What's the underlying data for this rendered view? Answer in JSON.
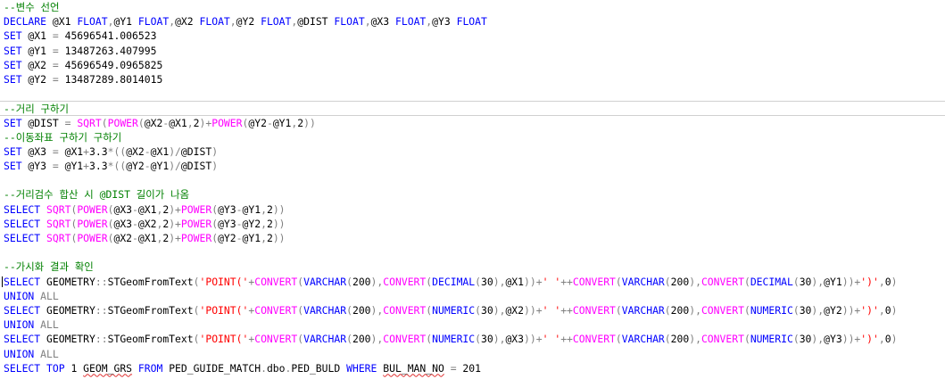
{
  "editor": {
    "colors": {
      "keyword": "#0000ff",
      "function": "#ff00ff",
      "operator": "#808080",
      "string": "#ff0000",
      "comment": "#008000",
      "text": "#000000",
      "squiggle": "#e03030",
      "current_line_border": "#d0d0d0"
    },
    "lines": [
      {
        "tokens": [
          [
            "cm",
            "--변수 선언"
          ]
        ]
      },
      {
        "tokens": [
          [
            "kw",
            "DECLARE"
          ],
          [
            "id",
            " @X1 "
          ],
          [
            "kw",
            "FLOAT"
          ],
          [
            "op",
            ","
          ],
          [
            "id",
            "@Y1 "
          ],
          [
            "kw",
            "FLOAT"
          ],
          [
            "op",
            ","
          ],
          [
            "id",
            "@X2 "
          ],
          [
            "kw",
            "FLOAT"
          ],
          [
            "op",
            ","
          ],
          [
            "id",
            "@Y2 "
          ],
          [
            "kw",
            "FLOAT"
          ],
          [
            "op",
            ","
          ],
          [
            "id",
            "@DIST "
          ],
          [
            "kw",
            "FLOAT"
          ],
          [
            "op",
            ","
          ],
          [
            "id",
            "@X3 "
          ],
          [
            "kw",
            "FLOAT"
          ],
          [
            "op",
            ","
          ],
          [
            "id",
            "@Y3 "
          ],
          [
            "kw",
            "FLOAT"
          ]
        ]
      },
      {
        "tokens": [
          [
            "kw",
            "SET"
          ],
          [
            "id",
            " @X1 "
          ],
          [
            "op",
            "="
          ],
          [
            "id",
            " 45696541.006523"
          ]
        ]
      },
      {
        "tokens": [
          [
            "kw",
            "SET"
          ],
          [
            "id",
            " @Y1 "
          ],
          [
            "op",
            "="
          ],
          [
            "id",
            " 13487263.407995"
          ]
        ]
      },
      {
        "tokens": [
          [
            "kw",
            "SET"
          ],
          [
            "id",
            " @X2 "
          ],
          [
            "op",
            "="
          ],
          [
            "id",
            " 45696549.0965825"
          ]
        ]
      },
      {
        "tokens": [
          [
            "kw",
            "SET"
          ],
          [
            "id",
            " @Y2 "
          ],
          [
            "op",
            "="
          ],
          [
            "id",
            " 13487289.8014015"
          ]
        ]
      },
      {
        "tokens": []
      },
      {
        "current": true,
        "tokens": [
          [
            "cm",
            "--거리 구하기"
          ]
        ]
      },
      {
        "tokens": [
          [
            "kw",
            "SET"
          ],
          [
            "id",
            " @DIST "
          ],
          [
            "op",
            "="
          ],
          [
            "id",
            " "
          ],
          [
            "fn",
            "SQRT"
          ],
          [
            "op",
            "("
          ],
          [
            "fn",
            "POWER"
          ],
          [
            "op",
            "("
          ],
          [
            "id",
            "@X2"
          ],
          [
            "op",
            "-"
          ],
          [
            "id",
            "@X1"
          ],
          [
            "op",
            ","
          ],
          [
            "id",
            "2"
          ],
          [
            "op",
            ")+"
          ],
          [
            "fn",
            "POWER"
          ],
          [
            "op",
            "("
          ],
          [
            "id",
            "@Y2"
          ],
          [
            "op",
            "-"
          ],
          [
            "id",
            "@Y1"
          ],
          [
            "op",
            ","
          ],
          [
            "id",
            "2"
          ],
          [
            "op",
            "))"
          ]
        ]
      },
      {
        "tokens": [
          [
            "cm",
            "--이동좌표 구하기 구하기"
          ]
        ]
      },
      {
        "tokens": [
          [
            "kw",
            "SET"
          ],
          [
            "id",
            " @X3 "
          ],
          [
            "op",
            "="
          ],
          [
            "id",
            " @X1"
          ],
          [
            "op",
            "+"
          ],
          [
            "id",
            "3.3"
          ],
          [
            "op",
            "*(("
          ],
          [
            "id",
            "@X2"
          ],
          [
            "op",
            "-"
          ],
          [
            "id",
            "@X1"
          ],
          [
            "op",
            ")/"
          ],
          [
            "id",
            "@DIST"
          ],
          [
            "op",
            ")"
          ]
        ]
      },
      {
        "tokens": [
          [
            "kw",
            "SET"
          ],
          [
            "id",
            " @Y3 "
          ],
          [
            "op",
            "="
          ],
          [
            "id",
            " @Y1"
          ],
          [
            "op",
            "+"
          ],
          [
            "id",
            "3.3"
          ],
          [
            "op",
            "*(("
          ],
          [
            "id",
            "@Y2"
          ],
          [
            "op",
            "-"
          ],
          [
            "id",
            "@Y1"
          ],
          [
            "op",
            ")/"
          ],
          [
            "id",
            "@DIST"
          ],
          [
            "op",
            ")"
          ]
        ]
      },
      {
        "tokens": []
      },
      {
        "tokens": [
          [
            "cm",
            "--거리검수 합산 시 @DIST 길이가 나옴"
          ]
        ]
      },
      {
        "tokens": [
          [
            "kw",
            "SELECT"
          ],
          [
            "id",
            " "
          ],
          [
            "fn",
            "SQRT"
          ],
          [
            "op",
            "("
          ],
          [
            "fn",
            "POWER"
          ],
          [
            "op",
            "("
          ],
          [
            "id",
            "@X3"
          ],
          [
            "op",
            "-"
          ],
          [
            "id",
            "@X1"
          ],
          [
            "op",
            ","
          ],
          [
            "id",
            "2"
          ],
          [
            "op",
            ")+"
          ],
          [
            "fn",
            "POWER"
          ],
          [
            "op",
            "("
          ],
          [
            "id",
            "@Y3"
          ],
          [
            "op",
            "-"
          ],
          [
            "id",
            "@Y1"
          ],
          [
            "op",
            ","
          ],
          [
            "id",
            "2"
          ],
          [
            "op",
            "))"
          ]
        ]
      },
      {
        "tokens": [
          [
            "kw",
            "SELECT"
          ],
          [
            "id",
            " "
          ],
          [
            "fn",
            "SQRT"
          ],
          [
            "op",
            "("
          ],
          [
            "fn",
            "POWER"
          ],
          [
            "op",
            "("
          ],
          [
            "id",
            "@X3"
          ],
          [
            "op",
            "-"
          ],
          [
            "id",
            "@X2"
          ],
          [
            "op",
            ","
          ],
          [
            "id",
            "2"
          ],
          [
            "op",
            ")+"
          ],
          [
            "fn",
            "POWER"
          ],
          [
            "op",
            "("
          ],
          [
            "id",
            "@Y3"
          ],
          [
            "op",
            "-"
          ],
          [
            "id",
            "@Y2"
          ],
          [
            "op",
            ","
          ],
          [
            "id",
            "2"
          ],
          [
            "op",
            "))"
          ]
        ]
      },
      {
        "tokens": [
          [
            "kw",
            "SELECT"
          ],
          [
            "id",
            " "
          ],
          [
            "fn",
            "SQRT"
          ],
          [
            "op",
            "("
          ],
          [
            "fn",
            "POWER"
          ],
          [
            "op",
            "("
          ],
          [
            "id",
            "@X2"
          ],
          [
            "op",
            "-"
          ],
          [
            "id",
            "@X1"
          ],
          [
            "op",
            ","
          ],
          [
            "id",
            "2"
          ],
          [
            "op",
            ")+"
          ],
          [
            "fn",
            "POWER"
          ],
          [
            "op",
            "("
          ],
          [
            "id",
            "@Y2"
          ],
          [
            "op",
            "-"
          ],
          [
            "id",
            "@Y1"
          ],
          [
            "op",
            ","
          ],
          [
            "id",
            "2"
          ],
          [
            "op",
            "))"
          ]
        ]
      },
      {
        "tokens": []
      },
      {
        "tokens": [
          [
            "cm",
            "--가시화 결과 확인"
          ]
        ]
      },
      {
        "caret": true,
        "tokens": [
          [
            "kw",
            "SELECT"
          ],
          [
            "id",
            " GEOMETRY"
          ],
          [
            "op",
            "::"
          ],
          [
            "id",
            "STGeomFromText"
          ],
          [
            "op",
            "("
          ],
          [
            "str",
            "'POINT('"
          ],
          [
            "op",
            "+"
          ],
          [
            "fn",
            "CONVERT"
          ],
          [
            "op",
            "("
          ],
          [
            "kw",
            "VARCHAR"
          ],
          [
            "op",
            "("
          ],
          [
            "id",
            "200"
          ],
          [
            "op",
            "),"
          ],
          [
            "fn",
            "CONVERT"
          ],
          [
            "op",
            "("
          ],
          [
            "kw",
            "DECIMAL"
          ],
          [
            "op",
            "("
          ],
          [
            "id",
            "30"
          ],
          [
            "op",
            "),"
          ],
          [
            "id",
            "@X1"
          ],
          [
            "op",
            "))+"
          ],
          [
            "str",
            "' '"
          ],
          [
            "op",
            "++"
          ],
          [
            "fn",
            "CONVERT"
          ],
          [
            "op",
            "("
          ],
          [
            "kw",
            "VARCHAR"
          ],
          [
            "op",
            "("
          ],
          [
            "id",
            "200"
          ],
          [
            "op",
            "),"
          ],
          [
            "fn",
            "CONVERT"
          ],
          [
            "op",
            "("
          ],
          [
            "kw",
            "DECIMAL"
          ],
          [
            "op",
            "("
          ],
          [
            "id",
            "30"
          ],
          [
            "op",
            "),"
          ],
          [
            "id",
            "@Y1"
          ],
          [
            "op",
            "))+"
          ],
          [
            "str",
            "')'"
          ],
          [
            "op",
            ","
          ],
          [
            "id",
            "0"
          ],
          [
            "op",
            ")"
          ]
        ]
      },
      {
        "tokens": [
          [
            "kw",
            "UNION"
          ],
          [
            "id",
            " "
          ],
          [
            "op",
            "ALL"
          ]
        ]
      },
      {
        "tokens": [
          [
            "kw",
            "SELECT"
          ],
          [
            "id",
            " GEOMETRY"
          ],
          [
            "op",
            "::"
          ],
          [
            "id",
            "STGeomFromText"
          ],
          [
            "op",
            "("
          ],
          [
            "str",
            "'POINT('"
          ],
          [
            "op",
            "+"
          ],
          [
            "fn",
            "CONVERT"
          ],
          [
            "op",
            "("
          ],
          [
            "kw",
            "VARCHAR"
          ],
          [
            "op",
            "("
          ],
          [
            "id",
            "200"
          ],
          [
            "op",
            "),"
          ],
          [
            "fn",
            "CONVERT"
          ],
          [
            "op",
            "("
          ],
          [
            "kw",
            "NUMERIC"
          ],
          [
            "op",
            "("
          ],
          [
            "id",
            "30"
          ],
          [
            "op",
            "),"
          ],
          [
            "id",
            "@X2"
          ],
          [
            "op",
            "))+"
          ],
          [
            "str",
            "' '"
          ],
          [
            "op",
            "++"
          ],
          [
            "fn",
            "CONVERT"
          ],
          [
            "op",
            "("
          ],
          [
            "kw",
            "VARCHAR"
          ],
          [
            "op",
            "("
          ],
          [
            "id",
            "200"
          ],
          [
            "op",
            "),"
          ],
          [
            "fn",
            "CONVERT"
          ],
          [
            "op",
            "("
          ],
          [
            "kw",
            "NUMERIC"
          ],
          [
            "op",
            "("
          ],
          [
            "id",
            "30"
          ],
          [
            "op",
            "),"
          ],
          [
            "id",
            "@Y2"
          ],
          [
            "op",
            "))+"
          ],
          [
            "str",
            "')'"
          ],
          [
            "op",
            ","
          ],
          [
            "id",
            "0"
          ],
          [
            "op",
            ")"
          ]
        ]
      },
      {
        "tokens": [
          [
            "kw",
            "UNION"
          ],
          [
            "id",
            " "
          ],
          [
            "op",
            "ALL"
          ]
        ]
      },
      {
        "tokens": [
          [
            "kw",
            "SELECT"
          ],
          [
            "id",
            " GEOMETRY"
          ],
          [
            "op",
            "::"
          ],
          [
            "id",
            "STGeomFromText"
          ],
          [
            "op",
            "("
          ],
          [
            "str",
            "'POINT('"
          ],
          [
            "op",
            "+"
          ],
          [
            "fn",
            "CONVERT"
          ],
          [
            "op",
            "("
          ],
          [
            "kw",
            "VARCHAR"
          ],
          [
            "op",
            "("
          ],
          [
            "id",
            "200"
          ],
          [
            "op",
            "),"
          ],
          [
            "fn",
            "CONVERT"
          ],
          [
            "op",
            "("
          ],
          [
            "kw",
            "NUMERIC"
          ],
          [
            "op",
            "("
          ],
          [
            "id",
            "30"
          ],
          [
            "op",
            "),"
          ],
          [
            "id",
            "@X3"
          ],
          [
            "op",
            "))+"
          ],
          [
            "str",
            "' '"
          ],
          [
            "op",
            "++"
          ],
          [
            "fn",
            "CONVERT"
          ],
          [
            "op",
            "("
          ],
          [
            "kw",
            "VARCHAR"
          ],
          [
            "op",
            "("
          ],
          [
            "id",
            "200"
          ],
          [
            "op",
            "),"
          ],
          [
            "fn",
            "CONVERT"
          ],
          [
            "op",
            "("
          ],
          [
            "kw",
            "NUMERIC"
          ],
          [
            "op",
            "("
          ],
          [
            "id",
            "30"
          ],
          [
            "op",
            "),"
          ],
          [
            "id",
            "@Y3"
          ],
          [
            "op",
            "))+"
          ],
          [
            "str",
            "')'"
          ],
          [
            "op",
            ","
          ],
          [
            "id",
            "0"
          ],
          [
            "op",
            ")"
          ]
        ]
      },
      {
        "tokens": [
          [
            "kw",
            "UNION"
          ],
          [
            "id",
            " "
          ],
          [
            "op",
            "ALL"
          ]
        ]
      },
      {
        "tokens": [
          [
            "kw",
            "SELECT"
          ],
          [
            "id",
            " "
          ],
          [
            "kw",
            "TOP"
          ],
          [
            "id",
            " 1 "
          ],
          [
            "sq",
            "GEOM_GRS"
          ],
          [
            "id",
            " "
          ],
          [
            "kw",
            "FROM"
          ],
          [
            "id",
            " PED_GUIDE_MATCH"
          ],
          [
            "op",
            "."
          ],
          [
            "id",
            "dbo"
          ],
          [
            "op",
            "."
          ],
          [
            "id",
            "PED_BULD "
          ],
          [
            "kw",
            "WHERE"
          ],
          [
            "id",
            " "
          ],
          [
            "sq",
            "BUL_MAN_NO"
          ],
          [
            "id",
            " "
          ],
          [
            "op",
            "="
          ],
          [
            "id",
            " 201"
          ]
        ]
      }
    ]
  }
}
